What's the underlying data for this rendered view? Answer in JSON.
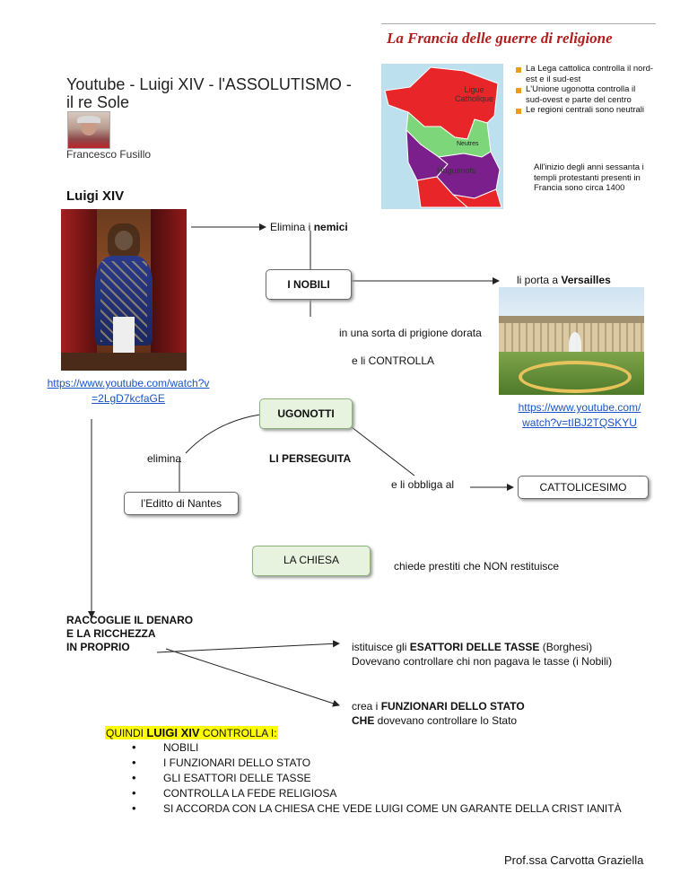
{
  "video1": {
    "title": "Youtube - Luigi XIV - l'ASSOLUTISMO -\nil re Sole",
    "author": "Francesco Fusillo"
  },
  "heading": "Luigi XIV",
  "map": {
    "title": "La Francia delle guerre di religione",
    "region_ligue": "Ligue\nCatholique",
    "region_neutres": "Neutres",
    "region_huguenots": "Huguenots",
    "legend": [
      {
        "text": "La Lega cattolica controlla il nord-est e il sud-est"
      },
      {
        "text": "L'Unione ugonotta controlla il sud-ovest e parte del centro"
      },
      {
        "text": "Le regioni centrali sono neutrali"
      }
    ],
    "note": "All'inizio degli anni sessanta i templi protestanti presenti in Francia sono circa 1400",
    "colors": {
      "ligue": "#e8262a",
      "huguenots": "#7b1f8c",
      "neutres": "#7ed67a",
      "sea": "#bde0ef"
    }
  },
  "diagram": {
    "elimina_i": "Elimina i ",
    "nemici": "nemici",
    "nobili_box": "I NOBILI",
    "li_porta_a": "li porta  a ",
    "versailles": "Versailles",
    "prigione": "in una sorta di prigione dorata",
    "controlla": "e li CONTROLLA",
    "link1": "https://www.youtube.com/watch?v\n=2LgD7kcfaGE",
    "link2": "https://www.youtube.com/\nwatch?v=tIBJ2TQSKYU",
    "ugonotti_box": "UGONOTTI",
    "elimina": "elimina",
    "perseguita": "LI PERSEGUITA",
    "obbliga": "e li obbliga al",
    "cattolicesimo_box": "CATTOLICESIMO",
    "editto_box": "l’Editto di Nantes",
    "chiesa_box": "LA CHIESA",
    "prestiti": "chiede prestiti che NON restituisce",
    "raccoglie": "RACCOGLIE IL DENARO\nE LA RICCHEZZA\nIN PROPRIO",
    "esattori_pre": "istituisce gli ",
    "esattori_bold": "ESATTORI DELLE TASSE",
    "esattori_post": " (Borghesi)",
    "esattori_line2": "Dovevano controllare chi non pagava le tasse   (i Nobili)",
    "funzionari_pre": "crea   i   ",
    "funzionari_bold": "FUNZIONARI DELLO STATO",
    "funzionari_che": "CHE",
    "funzionari_post": "  dovevano controllare lo Stato"
  },
  "summary": {
    "quindi": "QUINDI ",
    "luigi": "LUIGI XIV",
    "controlla": "  CONTROLLA  I:",
    "items": [
      "NOBILI",
      "I FUNZIONARI DELLO STATO",
      "GLI ESATTORI DELLE TASSE",
      "CONTROLLA LA FEDE RELIGIOSA",
      "SI ACCORDA CON LA CHIESA CHE VEDE LUIGI COME UN GARANTE DELLA CRIST IANITÀ"
    ]
  },
  "signature": "Prof.ssa Carvotta Graziella"
}
